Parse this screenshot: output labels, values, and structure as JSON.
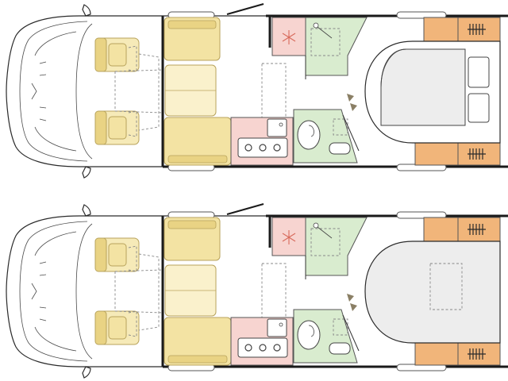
{
  "colors": {
    "seat": "#f3e3a3",
    "seat_dark": "#e9d384",
    "seat_stroke": "#b8a35c",
    "bench": "#f6eab8",
    "bench_light": "#faf1cc",
    "kitchen": "#f7d4d0",
    "fridge": "#f7d4d0",
    "bathroom": "#d9eccf",
    "wardrobe": "#f1b57a",
    "wall": "#1a1a1a",
    "line": "#2b2b2b",
    "floor_grey": "#ededed"
  },
  "icons": {
    "fridge": "snowflake-icon",
    "shower": "shower-head-icon",
    "heater": "radiator-icon",
    "hob": "burner-icon",
    "toilet": "toilet-icon",
    "sink": "sink-icon",
    "arrow": "triangle-arrow-icon"
  },
  "layouts": [
    {
      "id": "layout-a",
      "bed": "double-bed",
      "pillows": 2
    },
    {
      "id": "layout-b",
      "bed": "drop-down-bed",
      "pillows": 0
    }
  ]
}
